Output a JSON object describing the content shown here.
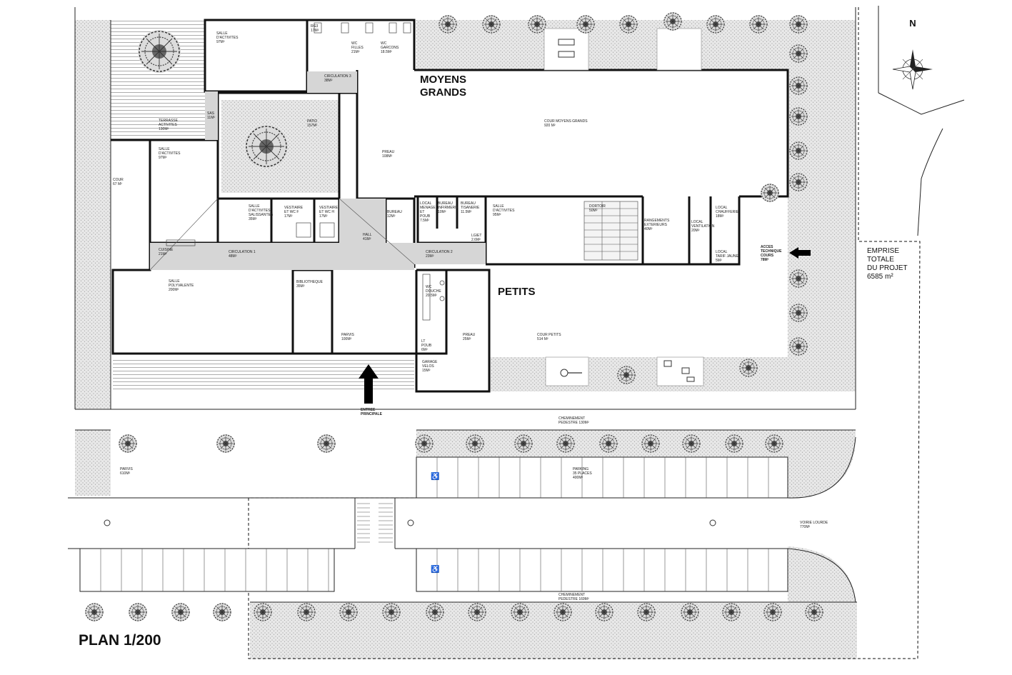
{
  "north_label": "N",
  "zones": {
    "moyens_grands": "MOYENS\nGRANDS",
    "petits": "PETITS"
  },
  "plan_title": "PLAN 1/200",
  "emprise": [
    "EMPRISE",
    "TOTALE",
    "DU PROJET",
    "6585 m²"
  ],
  "rooms": [
    {
      "key": "salle_act_top",
      "lines": [
        "SALLE",
        "D'ACTIVITES",
        "97M²"
      ]
    },
    {
      "key": "rg",
      "lines": [
        "RG3",
        "17M²"
      ]
    },
    {
      "key": "wc_filles",
      "lines": [
        "WC",
        "FILLES",
        "21M²"
      ]
    },
    {
      "key": "wc_garcons",
      "lines": [
        "WC",
        "GARCONS",
        "18.5M²"
      ]
    },
    {
      "key": "circ3",
      "lines": [
        "CIRCULATION 3",
        "38M²"
      ]
    },
    {
      "key": "terrasse",
      "lines": [
        "TERRASSE",
        "ACTIVITES",
        "130M²"
      ]
    },
    {
      "key": "sas",
      "lines": [
        "SAS",
        "11M²"
      ]
    },
    {
      "key": "patio",
      "lines": [
        "PATIO",
        "157M²"
      ]
    },
    {
      "key": "preau_top",
      "lines": [
        "PREAU",
        "108M²"
      ]
    },
    {
      "key": "cour_mg",
      "lines": [
        "COUR MOYENS GRANDS",
        "920 M²"
      ]
    },
    {
      "key": "salle_act_left",
      "lines": [
        "SALLE",
        "D'ACTIVITES",
        "97M²"
      ]
    },
    {
      "key": "cour_left",
      "lines": [
        "COUR",
        "67 M²"
      ]
    },
    {
      "key": "salle_salissantes",
      "lines": [
        "SALLE",
        "D'ACTIVITES",
        "SALISSANTES",
        "35M²"
      ]
    },
    {
      "key": "vest_f",
      "lines": [
        "VESTIAIRE",
        "ET WC F",
        "17M²"
      ]
    },
    {
      "key": "vest_h",
      "lines": [
        "VESTIAIRE",
        "ET WC H",
        "17M²"
      ]
    },
    {
      "key": "bureau_mid",
      "lines": [
        "BUREAU",
        "12M²"
      ]
    },
    {
      "key": "local_menage",
      "lines": [
        "LOCAL",
        "MENAGE",
        "ET",
        "POUB",
        "7.5M²"
      ]
    },
    {
      "key": "bureau_inf",
      "lines": [
        "BUREAU",
        "INFIRMERIE",
        "10M²"
      ]
    },
    {
      "key": "bureau_tisan",
      "lines": [
        "BUREAU",
        "TISANERIE",
        "11.5M²"
      ]
    },
    {
      "key": "salle_act_right",
      "lines": [
        "SALLE",
        "D'ACTIVITES",
        "95M²"
      ]
    },
    {
      "key": "dortoir",
      "lines": [
        "DORTOIR",
        "50M²"
      ]
    },
    {
      "key": "rangements",
      "lines": [
        "RANGEMENTS",
        "EXTERIEURS",
        "40M²"
      ]
    },
    {
      "key": "local_vent",
      "lines": [
        "LOCAL",
        "VENTILATION",
        "20M²"
      ]
    },
    {
      "key": "local_chauff",
      "lines": [
        "LOCAL",
        "CHAUFFERIE",
        "18M²"
      ]
    },
    {
      "key": "local_tarif",
      "lines": [
        "LOCAL",
        "TARIF JAUNE",
        "5M²"
      ]
    },
    {
      "key": "acces_tech",
      "lines": [
        "ACCES",
        "TECHNIQUE",
        "COURS",
        "78M²"
      ]
    },
    {
      "key": "cuisine",
      "lines": [
        "CUISINE",
        "21M²"
      ]
    },
    {
      "key": "circ1",
      "lines": [
        "CIRCULATION 1",
        "48M²"
      ]
    },
    {
      "key": "hall",
      "lines": [
        "HALL",
        "41M²"
      ]
    },
    {
      "key": "circ2",
      "lines": [
        "CIRCULATION 2",
        "23M²"
      ]
    },
    {
      "key": "lgiet",
      "lines": [
        "LGIET",
        "2.6M²"
      ]
    },
    {
      "key": "salle_poly",
      "lines": [
        "SALLE",
        "POLYVALENTE",
        "200M²"
      ]
    },
    {
      "key": "biblio",
      "lines": [
        "BIBLIOTHEQUE",
        "35M²"
      ]
    },
    {
      "key": "wc_douche",
      "lines": [
        "WC",
        "DOUCHE",
        "20.5M²"
      ]
    },
    {
      "key": "parvis_inner",
      "lines": [
        "PARVIS",
        "100M²"
      ]
    },
    {
      "key": "preau_bottom",
      "lines": [
        "PREAU",
        "25M²"
      ]
    },
    {
      "key": "cour_petits",
      "lines": [
        "COUR PETITS",
        "514 M²"
      ]
    },
    {
      "key": "lt_poub",
      "lines": [
        "LT",
        "POUB",
        "6M²"
      ]
    },
    {
      "key": "garage",
      "lines": [
        "GARAGE",
        "VELOS",
        "15M²"
      ]
    },
    {
      "key": "entree",
      "lines": [
        "ENTREE",
        "PRINCIPALE"
      ]
    },
    {
      "key": "chem_top",
      "lines": [
        "CHEMINEMENT",
        "PEDESTRE 130M²"
      ]
    },
    {
      "key": "parvis_outer",
      "lines": [
        "PARVIS",
        "610M²"
      ]
    },
    {
      "key": "parking",
      "lines": [
        "PARKING",
        "35 PLACES",
        "400M²"
      ]
    },
    {
      "key": "voirie",
      "lines": [
        "VOIRIE LOURDE",
        "770M²"
      ]
    },
    {
      "key": "chem_bottom",
      "lines": [
        "CHEMINEMENT",
        "PEDESTRE 169M²"
      ]
    }
  ]
}
